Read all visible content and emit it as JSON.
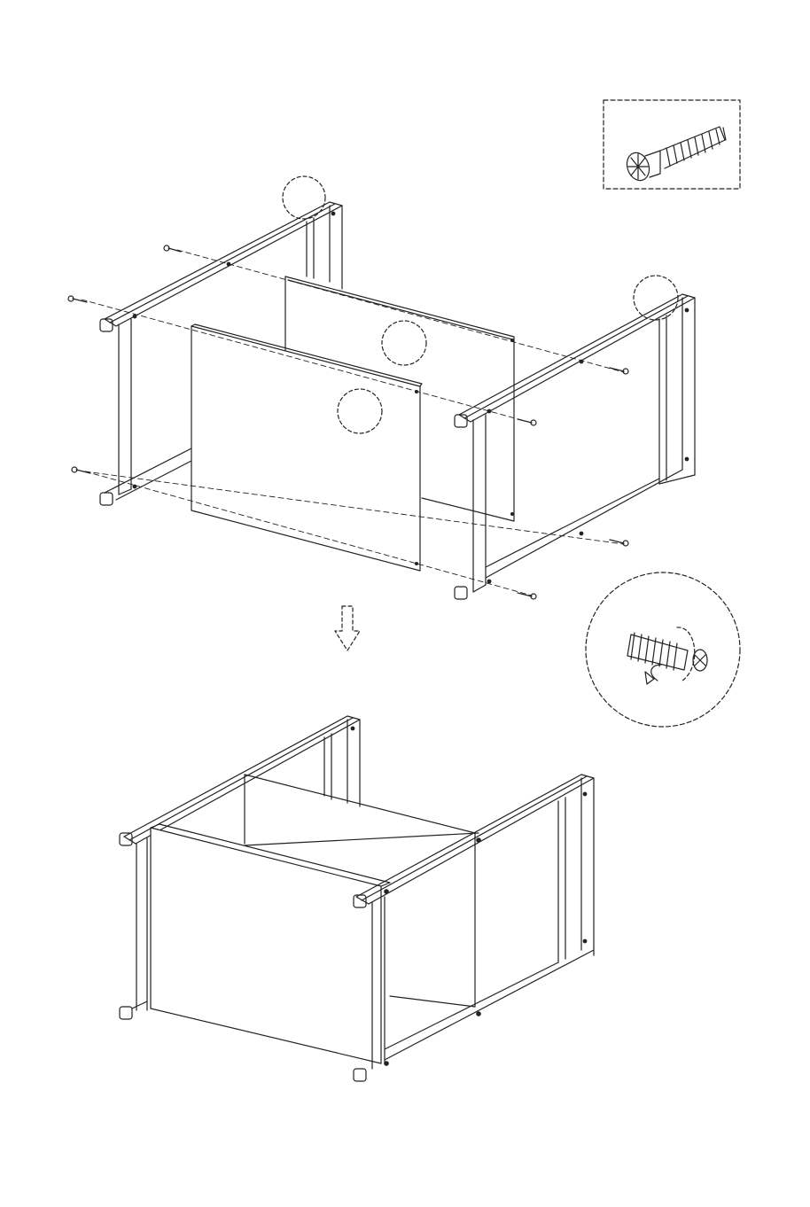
{
  "page": {
    "background": "#ffffff",
    "ink": "#222222"
  },
  "steps": [
    {
      "name": "exploded-view",
      "screws_per_frame": 4,
      "panels": 2,
      "frames": 2
    },
    {
      "name": "assembled-view"
    }
  ],
  "callouts": {
    "screw_detail": {
      "icon": "screw-icon",
      "border": "dashed"
    },
    "rotation_detail": {
      "icon": "screw-rotate-icon",
      "border": "dashed-circle"
    },
    "arrow": {
      "icon": "down-arrow-icon",
      "border": "dashed"
    }
  }
}
